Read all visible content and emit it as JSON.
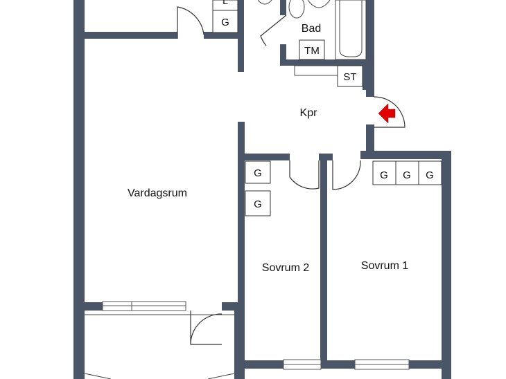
{
  "rooms": {
    "bad": "Bad",
    "kpr": "Kpr",
    "vardagsrum": "Vardagsrum",
    "sovrum2": "Sovrum 2",
    "sovrum1": "Sovrum 1"
  },
  "fixtures": {
    "tm": "TM",
    "st": "ST",
    "g": "G",
    "top_partial": "L"
  },
  "colors": {
    "wall": "#4a5568",
    "entrance_arrow": "#e00000",
    "fixture_line": "#222222",
    "window_fill": "#ffffff"
  }
}
